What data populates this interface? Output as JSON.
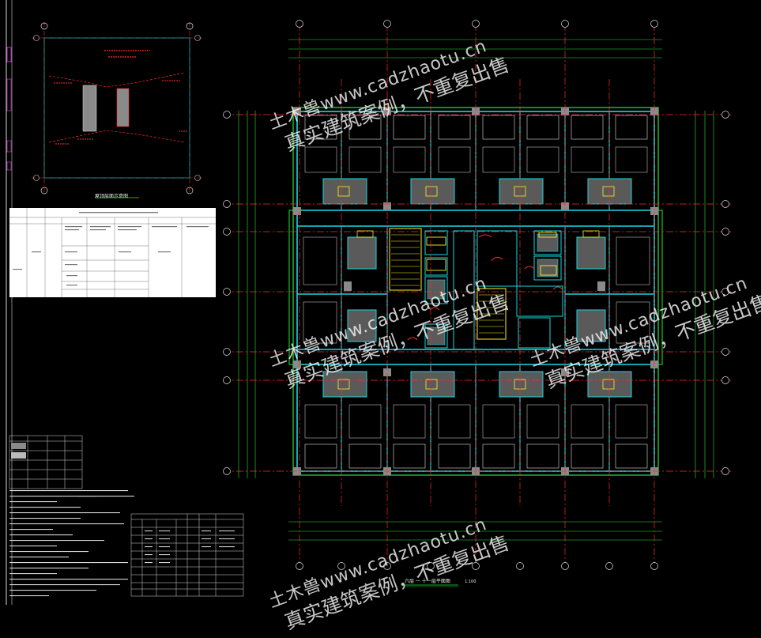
{
  "window": {
    "background": "#000000"
  },
  "drawing": {
    "colors": {
      "axis_red": "#ff2a2a",
      "wall_cyan": "#18d8e0",
      "frame_green": "#29e33a",
      "detail_white": "#e0e0e0",
      "yellow": "#ffee22",
      "magenta": "#e33ee3",
      "gray_fill": "#8a8a8a"
    },
    "plan_title": "六层  一  十一层平面图",
    "plan_scale": "1:100",
    "key_plan_title": "屋顶层面示意图"
  },
  "watermark": {
    "line1": "土木兽www.cadzhaotu.cn",
    "line2": "真实建筑案例，不重复出售"
  }
}
